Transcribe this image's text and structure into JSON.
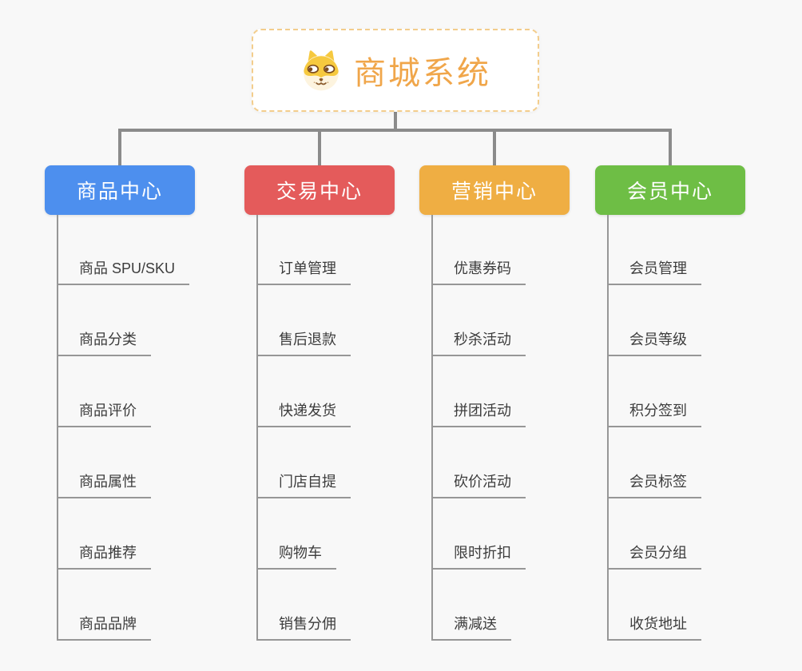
{
  "root": {
    "title": "商城系统",
    "icon": "dog-face-icon"
  },
  "branches": [
    {
      "label": "商品中心",
      "color": "#4D8FEE",
      "children": [
        "商品 SPU/SKU",
        "商品分类",
        "商品评价",
        "商品属性",
        "商品推荐",
        "商品品牌"
      ]
    },
    {
      "label": "交易中心",
      "color": "#E45B5B",
      "children": [
        "订单管理",
        "售后退款",
        "快递发货",
        "门店自提",
        "购物车",
        "销售分佣"
      ]
    },
    {
      "label": "营销中心",
      "color": "#EFAE43",
      "children": [
        "优惠券码",
        "秒杀活动",
        "拼团活动",
        "砍价活动",
        "限时折扣",
        "满减送"
      ]
    },
    {
      "label": "会员中心",
      "color": "#6EBE45",
      "children": [
        "会员管理",
        "会员等级",
        "积分签到",
        "会员标签",
        "会员分组",
        "收货地址"
      ]
    }
  ],
  "colors": {
    "background": "#F8F8F8",
    "root_border": "#F3CD8C",
    "root_text": "#F0A64A",
    "connector": "#8B8B8B",
    "leaf_line": "#979797",
    "leaf_text": "#3C3C3C",
    "dog_yellow": "#F6C93F",
    "dog_cream": "#FDF4DF",
    "dog_brown": "#8A5A2B"
  }
}
